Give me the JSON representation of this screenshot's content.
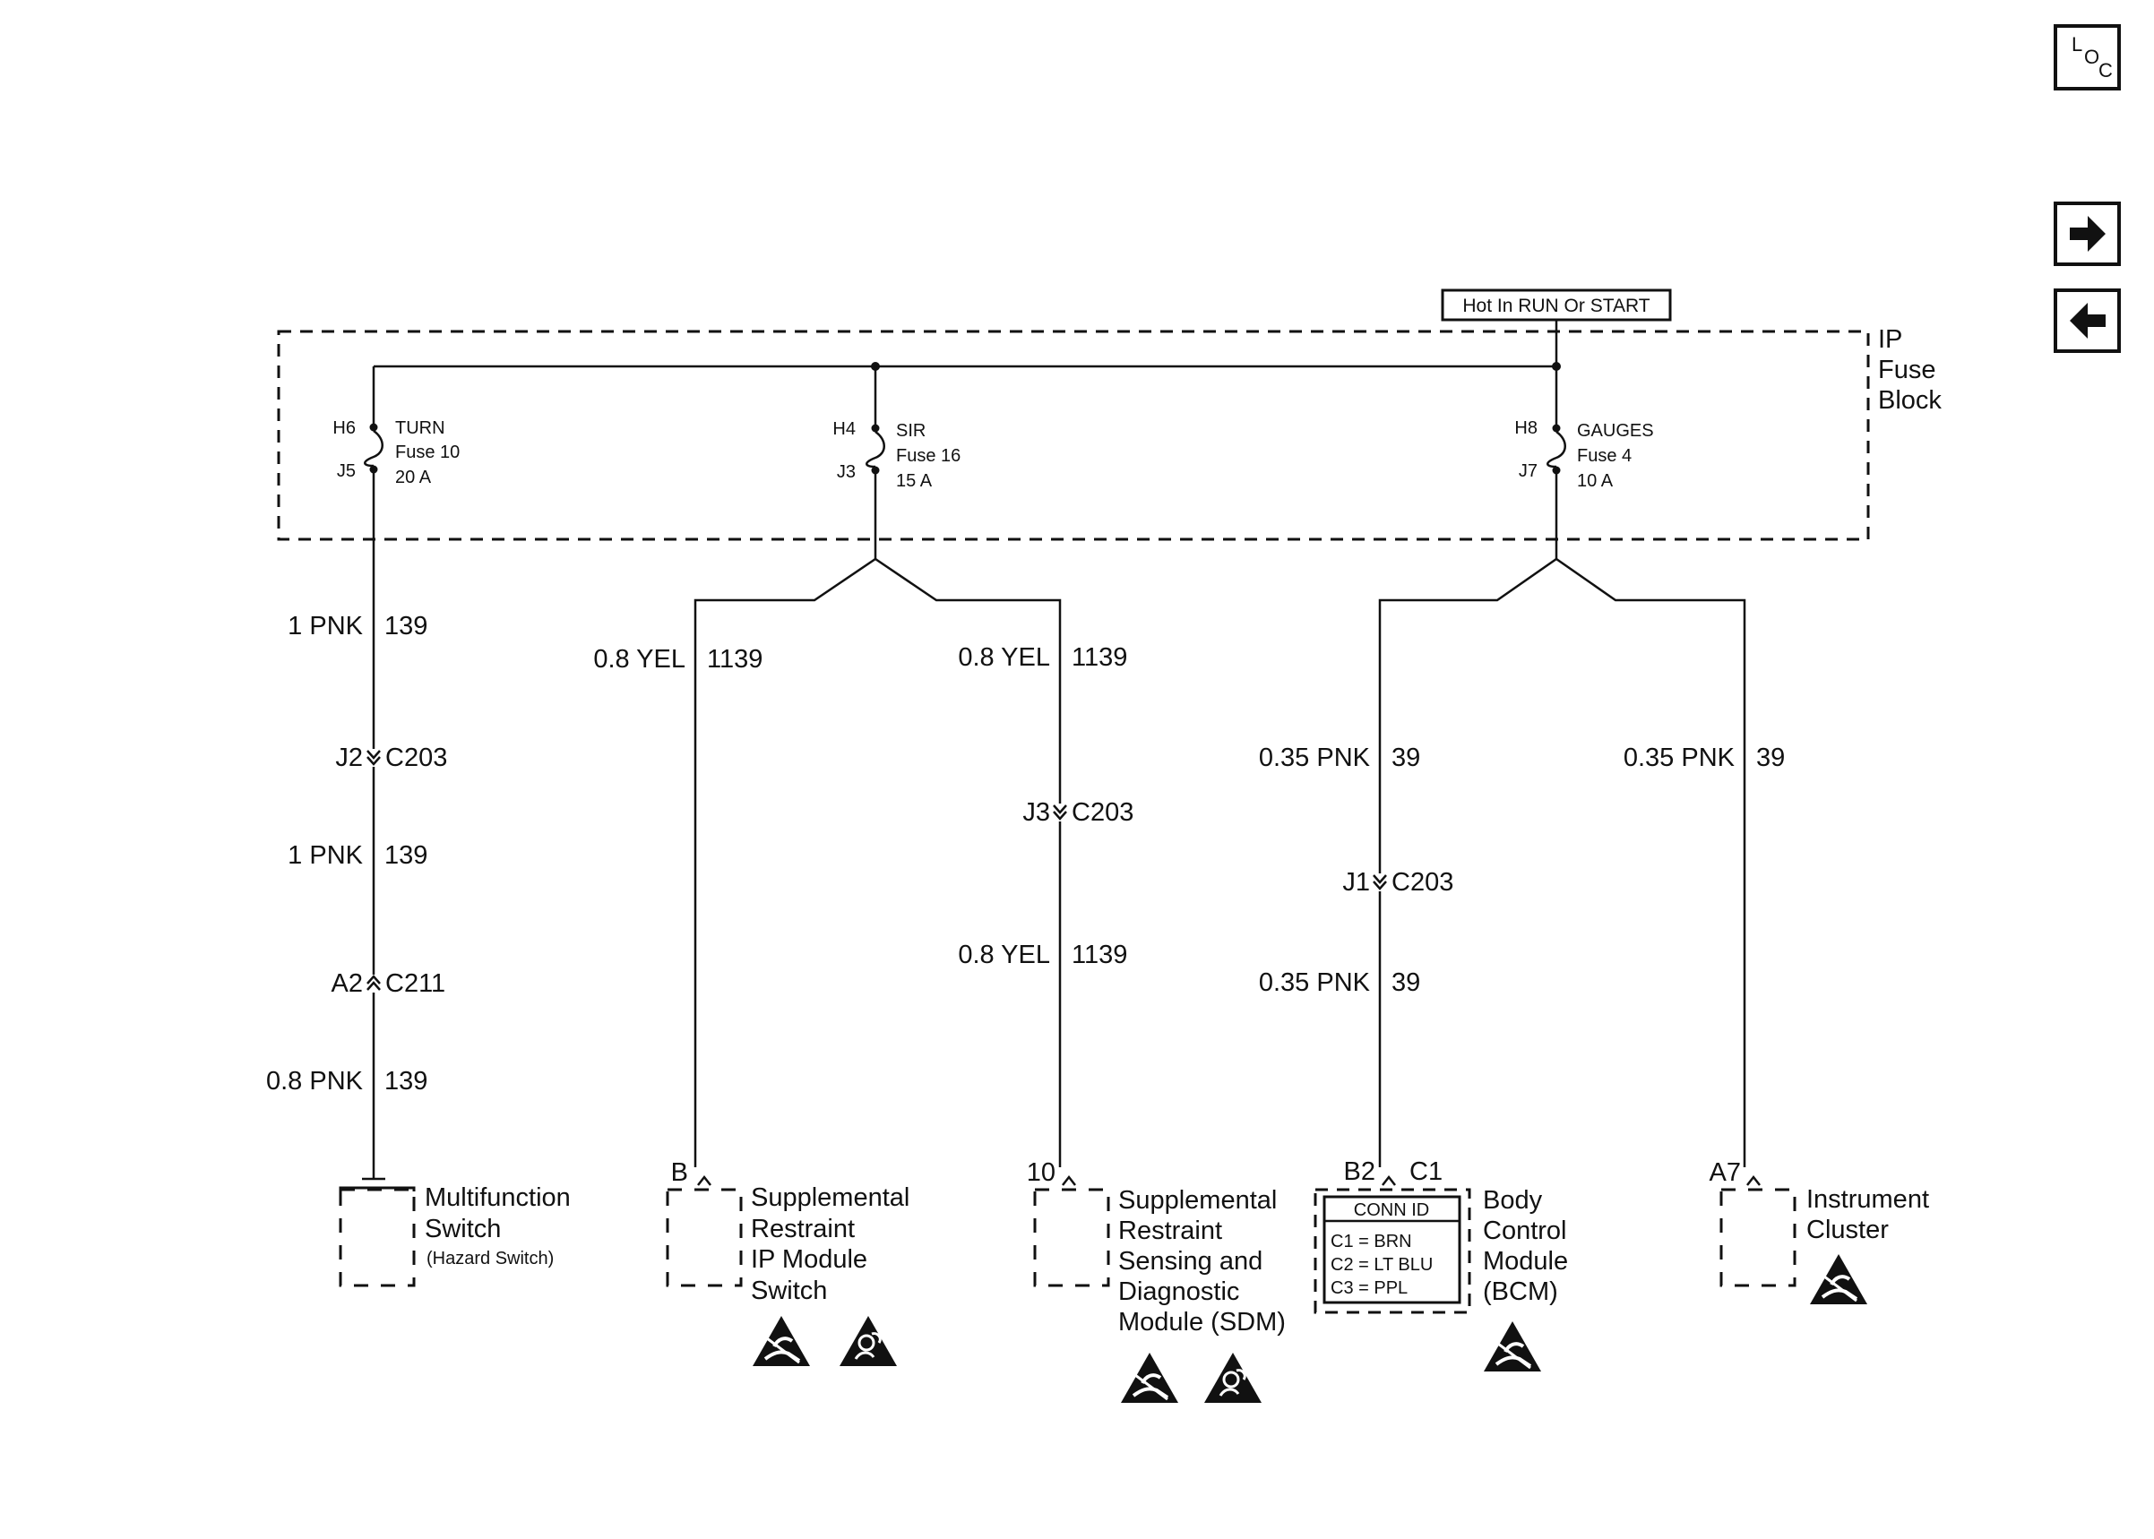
{
  "nav": {
    "loc_l": "L",
    "loc_o": "O",
    "loc_c": "C",
    "next_icon": "arrow-right-icon",
    "prev_icon": "arrow-left-icon"
  },
  "power": {
    "label": "Hot In RUN Or START"
  },
  "fuse_block": {
    "line1": "IP",
    "line2": "Fuse",
    "line3": "Block"
  },
  "fuses": [
    {
      "in_pin": "H6",
      "out_pin": "J5",
      "name": "TURN",
      "fuse": "Fuse 10",
      "rating": "20 A"
    },
    {
      "in_pin": "H4",
      "out_pin": "J3",
      "name": "SIR",
      "fuse": "Fuse 16",
      "rating": "15 A"
    },
    {
      "in_pin": "H8",
      "out_pin": "J7",
      "name": "GAUGES",
      "fuse": "Fuse 4",
      "rating": "10 A"
    }
  ],
  "wires": [
    {
      "size": "1 PNK",
      "circuit": "139"
    },
    {
      "size": "1 PNK",
      "circuit": "139"
    },
    {
      "size": "0.8 PNK",
      "circuit": "139"
    },
    {
      "size": "0.8 YEL",
      "circuit": "1139"
    },
    {
      "size": "0.8 YEL",
      "circuit": "1139"
    },
    {
      "size": "0.8 YEL",
      "circuit": "1139"
    },
    {
      "size": "0.35 PNK",
      "circuit": "39"
    },
    {
      "size": "0.35 PNK",
      "circuit": "39"
    },
    {
      "size": "0.35 PNK",
      "circuit": "39"
    }
  ],
  "connectors": [
    {
      "pin": "J2",
      "name": "C203"
    },
    {
      "pin": "A2",
      "name": "C211"
    },
    {
      "pin": "J3",
      "name": "C203"
    },
    {
      "pin": "J1",
      "name": "C203"
    }
  ],
  "terminals": {
    "multifunction": "",
    "sir_switch": "B",
    "sdm": "10",
    "bcm_pin": "B2",
    "bcm_conn": "C1",
    "cluster": "A7"
  },
  "components": {
    "multifunction": {
      "line1": "Multifunction",
      "line2": "Switch",
      "line3": "(Hazard Switch)"
    },
    "sir_switch": {
      "line1": "Supplemental",
      "line2": "Restraint",
      "line3": "IP Module",
      "line4": "Switch"
    },
    "sdm": {
      "line1": "Supplemental",
      "line2": "Restraint",
      "line3": "Sensing and",
      "line4": "Diagnostic",
      "line5": "Module (SDM)"
    },
    "bcm": {
      "line1": "Body",
      "line2": "Control",
      "line3": "Module",
      "line4": "(BCM)"
    },
    "cluster": {
      "line1": "Instrument",
      "line2": "Cluster"
    }
  },
  "conn_id": {
    "title": "CONN ID",
    "row1": "C1 = BRN",
    "row2": "C2 = LT BLU",
    "row3": "C3 = PPL"
  },
  "symbols": {
    "esd": "esd-warning-icon",
    "airbag": "airbag-warning-icon"
  }
}
